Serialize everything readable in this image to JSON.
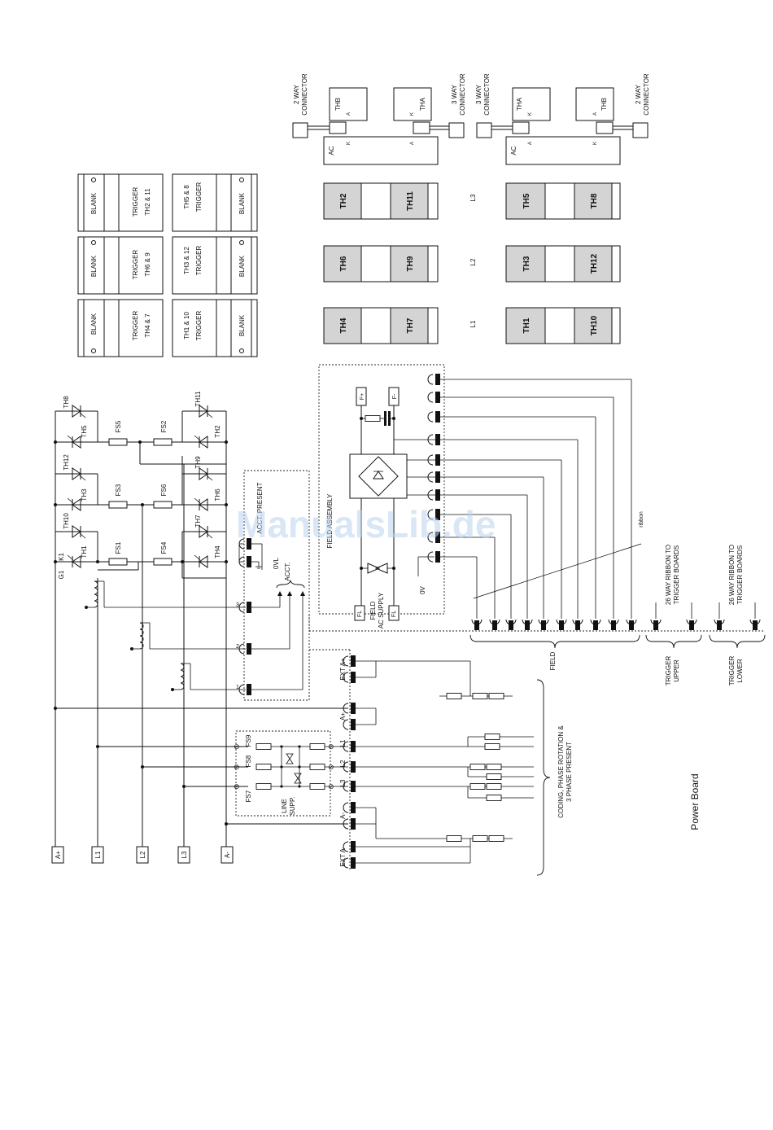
{
  "title": "Power Board",
  "watermark": "ManualsLib.de",
  "connector_modules": [
    {
      "left": "THB",
      "right": "THA",
      "anode": "A",
      "cathode": "K",
      "ac": "AC",
      "conn_left": "2 WAY CONNECTOR",
      "conn_right": "3 WAY CONNECTOR"
    },
    {
      "left": "THA",
      "right": "THB",
      "anode": "A",
      "cathode": "K",
      "ac": "AC",
      "conn_left": "3 WAY CONNECTOR",
      "conn_right": "2 WAY CONNECTOR"
    }
  ],
  "thyristor_blocks": {
    "rows": [
      {
        "phase": "L3",
        "left": [
          "TH2",
          "TH11"
        ],
        "right": [
          "TH5",
          "TH8"
        ]
      },
      {
        "phase": "L2",
        "left": [
          "TH6",
          "TH9"
        ],
        "right": [
          "TH3",
          "TH12"
        ]
      },
      {
        "phase": "L1",
        "left": [
          "TH4",
          "TH7"
        ],
        "right": [
          "TH1",
          "TH10"
        ]
      }
    ]
  },
  "trigger_cards": [
    {
      "blank": "BLANK",
      "trigger": "TRIGGER",
      "ths": "TH2 & 11",
      "blank2": "BLANK",
      "trigger2": "TRIGGER",
      "ths2": "TH5 & 8"
    },
    {
      "blank": "BLANK",
      "trigger": "TRIGGER",
      "ths": "TH6 & 9",
      "blank2": "BLANK",
      "trigger2": "TRIGGER",
      "ths2": "TH3 & 12"
    },
    {
      "blank": "BLANK",
      "trigger": "TRIGGER",
      "ths": "TH4 & 7",
      "blank2": "BLANK",
      "trigger2": "TRIGGER",
      "ths2": "TH1 & 10"
    }
  ],
  "bridge": {
    "thyristors_top": [
      "TH8",
      "TH11"
    ],
    "thyristors_row1": [
      "TH5",
      "TH2"
    ],
    "thyristors_row2": [
      "TH12",
      "TH9"
    ],
    "thyristors_row3": [
      "TH3",
      "TH6"
    ],
    "thyristors_row4": [
      "TH10",
      "TH7"
    ],
    "thyristors_row5": [
      "TH1",
      "TH4"
    ],
    "gate": "G1",
    "cathode": "K1",
    "fuses": [
      "FS5",
      "FS2",
      "FS3",
      "FS6",
      "FS1",
      "FS4"
    ]
  },
  "acct": {
    "present": "ACCT. PRESENT",
    "ovl": "0VL",
    "label": "ACCT.",
    "pins": [
      "3",
      "2",
      "1"
    ]
  },
  "field": {
    "assembly": "FIELD ASSEMBLY",
    "fplus": "F+",
    "fminus": "F-",
    "fl1": "FL",
    "fl2": "FL",
    "supply": "FIELD AC SUPPLY",
    "ov": "0V",
    "ribbon": "ribbon",
    "label": "FIELD"
  },
  "trigger_upper": {
    "ribbon": "26 WAY RIBBON TO TRIGGER BOARDS",
    "label": "TRIGGER UPPER"
  },
  "trigger_lower": {
    "ribbon": "26 WAY RIBBON TO TRIGGER BOARDS",
    "label": "TRIGGER LOWER"
  },
  "ext": {
    "ext_a_plus": "EXT A+",
    "a_plus": "A+",
    "l1": "L1",
    "l2": "L2",
    "l3": "L3",
    "a_minus": "A-",
    "ext_a_minus": "EXT A-"
  },
  "line_supp": {
    "fuses": [
      "FS9",
      "FS8",
      "FS7"
    ],
    "label": "LINE SUPP."
  },
  "coding": "CODING, PHASE ROTATION & 3 PHASE PRESENT",
  "terminals": [
    "A+",
    "L1",
    "L2",
    "L3",
    "A-"
  ]
}
